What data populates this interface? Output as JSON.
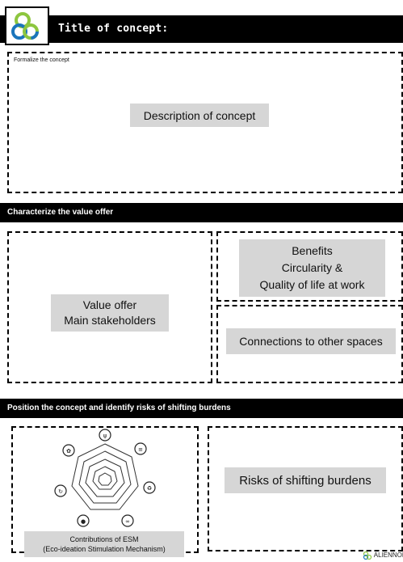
{
  "header": {
    "title": "Title of concept:",
    "logo": "interlocking-rings-logo"
  },
  "concept": {
    "hint": "Formalize the concept",
    "placeholder": "Description of concept"
  },
  "value_section": {
    "heading": "Characterize the value offer",
    "value_offer": [
      "Value offer",
      "Main stakeholders"
    ],
    "benefits": [
      "Benefits",
      "Circularity &",
      "Quality of life at work"
    ],
    "connections": "Connections to other spaces"
  },
  "position_section": {
    "heading": "Position the concept and identify risks of shifting burdens",
    "esm_caption": [
      "Contributions of ESM",
      "(Eco-ideation Stimulation Mechanism)"
    ],
    "risks": "Risks of shifting burdens",
    "radar_icons": [
      "antenna-icon",
      "database-icon",
      "recycle-person-icon",
      "cycle-icon",
      "location-pin-icon",
      "refresh-icon",
      "gears-icon"
    ]
  },
  "footer": {
    "brand": "ALIENNOR"
  },
  "colors": {
    "logo_green": "#8dc63f",
    "logo_blue": "#1b75bb",
    "placeholder_grey": "#d6d6d6"
  }
}
